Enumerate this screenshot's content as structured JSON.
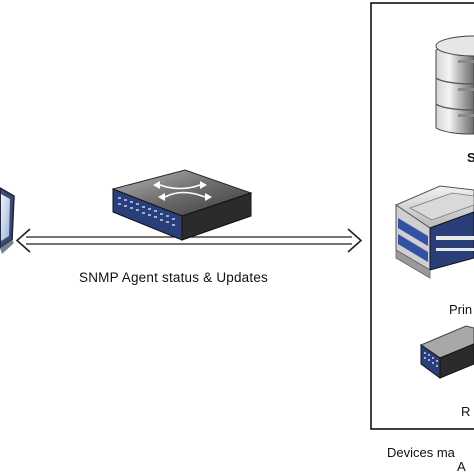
{
  "diagram": {
    "arrow_label": "SNMP Agent status & Updates",
    "devices": {
      "server_label": "S",
      "printer_label": "Prin",
      "router_label": "R"
    },
    "footer": {
      "line1": "Devices ma",
      "line2": "A"
    }
  },
  "colors": {
    "device_blue": "#2a3f7a",
    "device_dark": "#2b2b2b",
    "device_grey": "#c8c8c8",
    "border": "#111111"
  }
}
